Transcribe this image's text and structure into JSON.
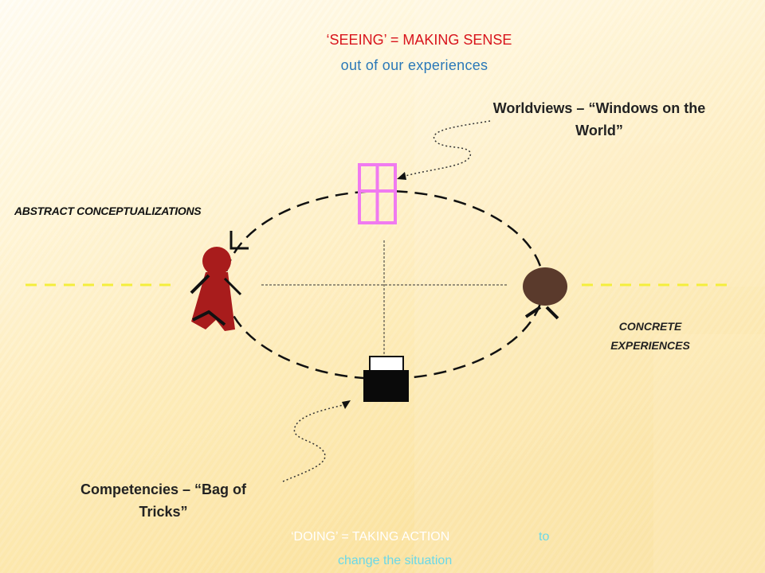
{
  "colors": {
    "seeing": "#d8141c",
    "experiences_blue": "#2a78b8",
    "doing_cyan": "#6ad8e8",
    "window_pink": "#f07af0",
    "person_red": "#a81c1c",
    "head_brown": "#5a3a2c",
    "axis_yellow": "#f4ee3c"
  },
  "top": {
    "seeing": "‘SEEING’ = MAKING SENSE",
    "subtitle": "out of our experiences"
  },
  "worldviews": "Worldviews – “Windows on the World”",
  "abstract": "ABSTRACT CONCEPTUALIZATIONS",
  "concrete": "CONCRETE EXPERIENCES",
  "competencies": "Competencies – “Bag of Tricks”",
  "bottom": {
    "doing": "‘DOING’ = TAKING ACTION",
    "to": "to",
    "change": "change the situation"
  },
  "icons": [
    "window-icon",
    "person-icon",
    "head-icon",
    "bag-icon"
  ]
}
